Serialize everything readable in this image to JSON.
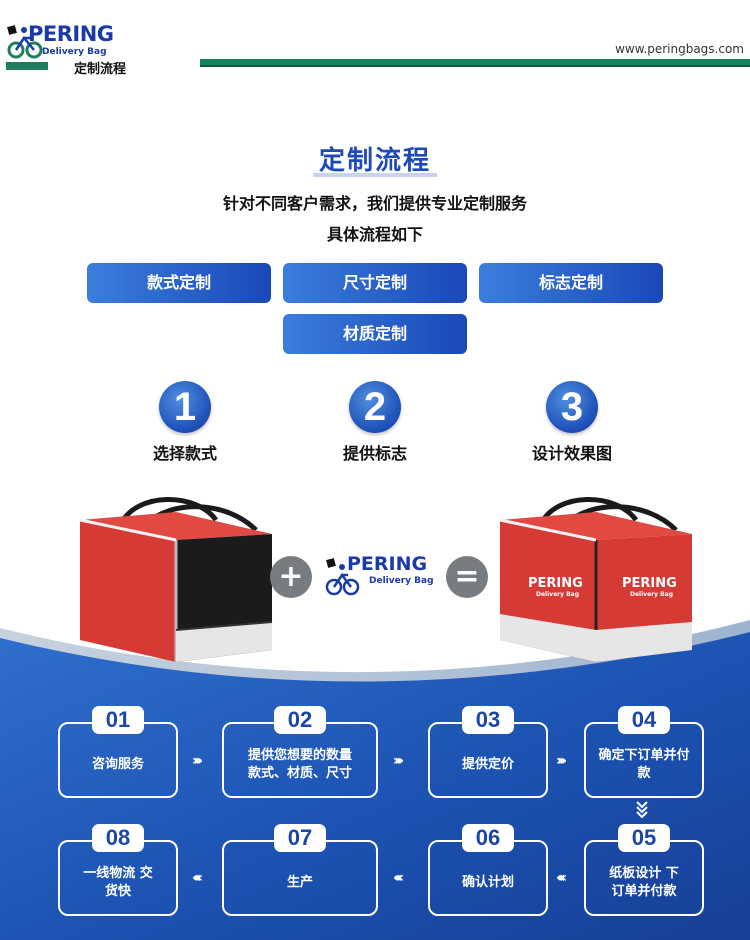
{
  "header": {
    "logo_word": "PERING",
    "logo_sub": "Delivery Bag",
    "logo_caption": "定制流程",
    "url": "www.peringbags.com"
  },
  "intro": {
    "title": "定制流程",
    "line1": "针对不同客户需求，我们提供专业定制服务",
    "line2": "具体流程如下"
  },
  "options": [
    "款式定制",
    "尺寸定制",
    "标志定制",
    "材质定制"
  ],
  "steps": [
    {
      "num": "1",
      "label": "选择款式"
    },
    {
      "num": "2",
      "label": "提供标志"
    },
    {
      "num": "3",
      "label": "设计效果图"
    }
  ],
  "combine": {
    "plus": "+",
    "equals": "=",
    "logo_word": "PERING",
    "logo_sub": "Delivery Bag",
    "bag_print_word": "PERING",
    "bag_print_sub": "Delivery Bag"
  },
  "process": [
    {
      "num": "01",
      "text": "咨询服务"
    },
    {
      "num": "02",
      "text": "提供您想要的数量 款式、材质、尺寸"
    },
    {
      "num": "03",
      "text": "提供定价"
    },
    {
      "num": "04",
      "text": "确定下订单并付款"
    },
    {
      "num": "05",
      "text": "纸板设计 下订单并付款"
    },
    {
      "num": "06",
      "text": "确认计划"
    },
    {
      "num": "07",
      "text": "生产"
    },
    {
      "num": "08",
      "text": "一线物流 交货快"
    }
  ],
  "colors": {
    "brand_blue": "#1a3aa8",
    "accent_green": "#13845e",
    "bag_red": "#d63a35",
    "process_blue": "#1d4fb0"
  }
}
